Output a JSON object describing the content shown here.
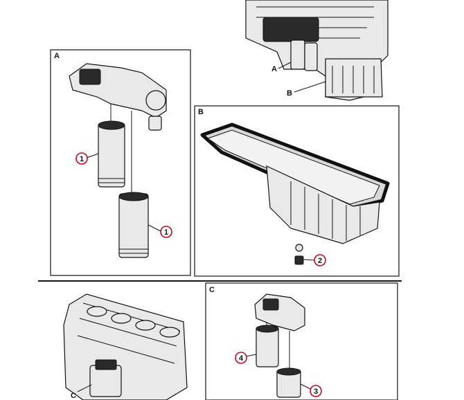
{
  "panels": {
    "a_title": "A",
    "b_title": "B",
    "c_title": "C"
  },
  "overview_top": {
    "pointer_a": "A",
    "pointer_b": "B"
  },
  "overview_bottom": {
    "pointer_c": "C"
  },
  "callouts": {
    "c1_top": "1",
    "c1_bottom": "1",
    "c2": "2",
    "c3": "3",
    "c4": "4"
  },
  "colors": {
    "callout_ring": "#d0021b",
    "frame": "#111111"
  }
}
